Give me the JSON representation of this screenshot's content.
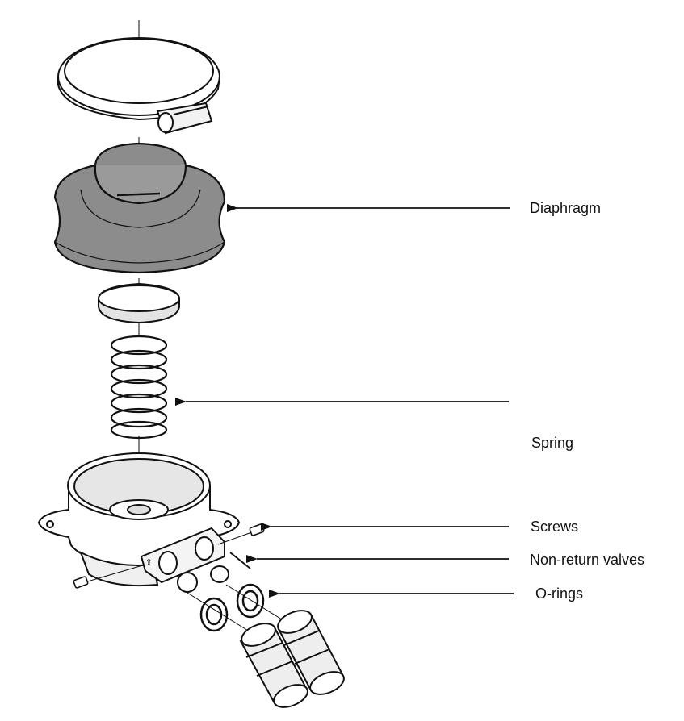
{
  "labels": {
    "diaphragm": "Diaphragm",
    "spring": "Spring",
    "screws": "Screws",
    "non_return_valves": "Non-return valves",
    "o_rings": "O-rings"
  },
  "colors": {
    "line": "#111111",
    "diaphragm_fill": "#8c8c8c",
    "diaphragm_top": "#9a9a9a",
    "part_fill": "#ffffff",
    "shade": "#dcdcdc"
  }
}
